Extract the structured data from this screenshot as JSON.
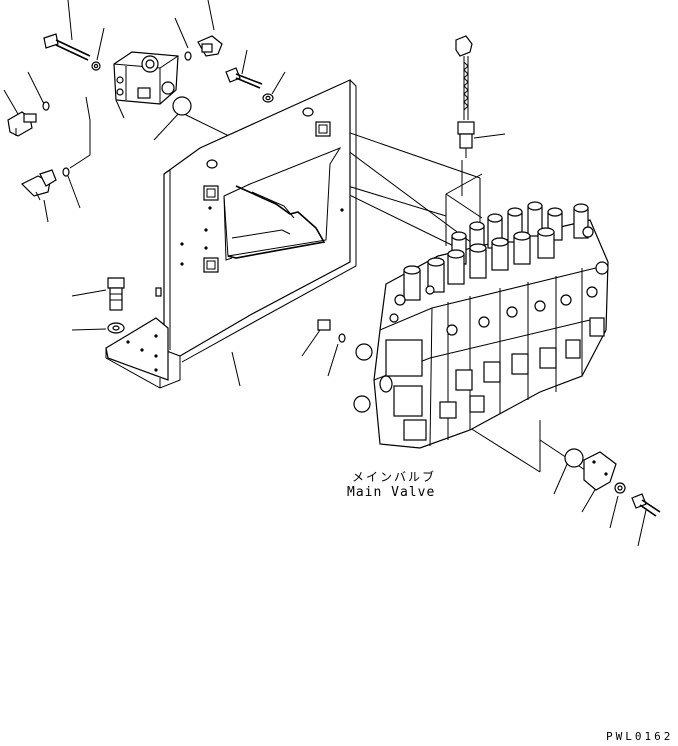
{
  "labels": {
    "main_valve_jp": "メインバルブ",
    "main_valve_en": "Main Valve",
    "drawing_code": "PWL0162"
  }
}
